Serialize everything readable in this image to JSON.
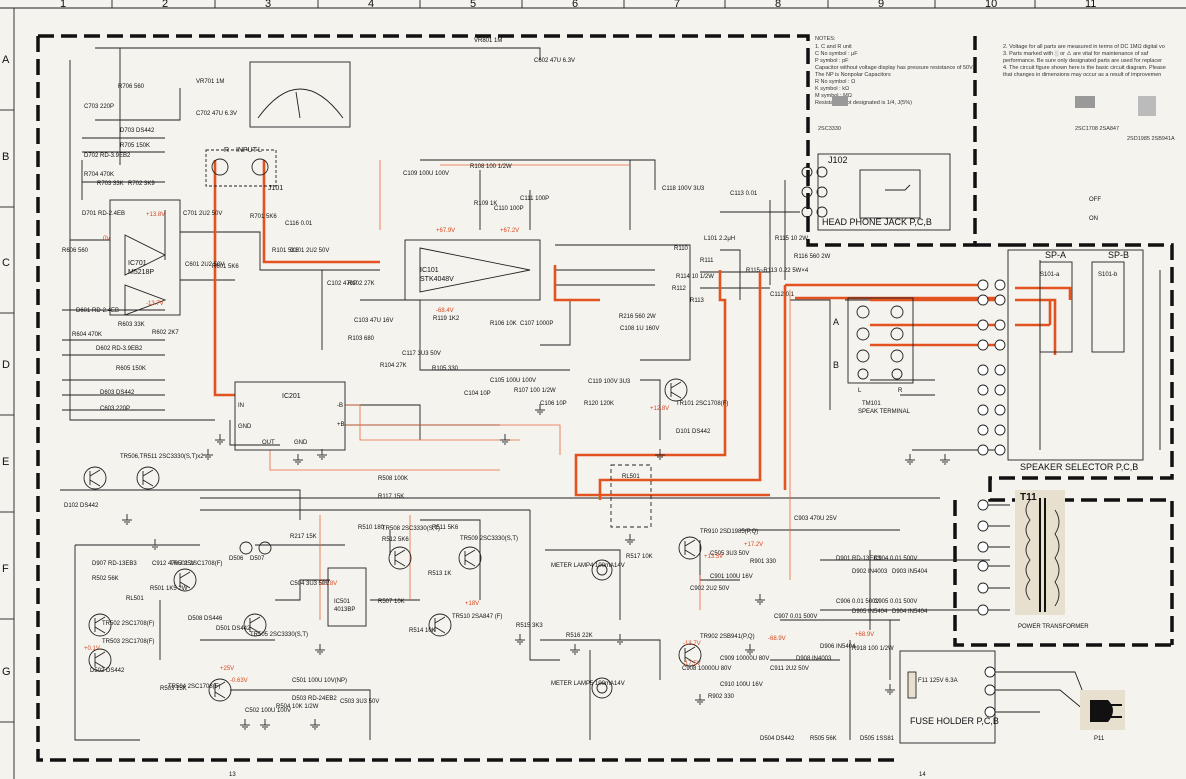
{
  "grid": {
    "cols": [
      "1",
      "2",
      "3",
      "4",
      "5",
      "6",
      "7",
      "8",
      "9",
      "10",
      "11"
    ],
    "rows": [
      "A",
      "B",
      "C",
      "D",
      "E",
      "F",
      "G"
    ]
  },
  "notes": {
    "title": "NOTES:",
    "lines": [
      "1. C and R unit",
      "C    No symbol : μF",
      "      P symbol : pF",
      "Capacitor without voltage display has pressure resistance of 50V.",
      "The NP is Nonpolar Capacitors",
      "R    No symbol : Ω",
      "      K symbol : kΩ",
      "      M symbol : MΩ",
      "Resistance not designated is 1/4, J(5%)"
    ],
    "right_lines": [
      "2. Voltage for all parts are measured in terms of DC 1MΩ digital vo",
      "3. Parts marked with ░ or ⚠ are vital for maintenance of saf",
      "   performance. Be sure only designated parts are used for replacer",
      "4. The circuit figure shown here is the basic circuit diagram. Please",
      "   that changes in dimensions may occur as a result of improvemen"
    ],
    "transistors": [
      "2SC3330",
      "2SC1708\n2SA847",
      "2SD1985\n2SB941A"
    ]
  },
  "blocks": {
    "input": "INPUT",
    "input_r": "R",
    "input_l": "L",
    "j101": "J101",
    "ic701": "IC701",
    "ic701_part": "M5218P",
    "ic101": "IC101",
    "ic101_part": "STK4048V",
    "ic201": "IC201",
    "ic201_in": "IN",
    "ic201_gnd": "GND",
    "ic201_out": "OUT",
    "ic201_gnd2": "GND",
    "ic201_minus_b": "-B",
    "ic201_plus_b": "+B",
    "ic501": "IC501",
    "ic501_part": "4013BP",
    "j102": "J102",
    "headphone": "HEAD PHONE JACK P,C,B",
    "off": "OFF",
    "on": "ON",
    "spa": "SP-A",
    "spb": "SP-B",
    "s101a": "S101-a",
    "s101b": "S101-b",
    "terminal_a": "A",
    "terminal_b": "B",
    "terminal_l": "L",
    "terminal_r": "R",
    "tm101": "TM101",
    "speak_terminal": "SPEAK TERMINAL",
    "speaker_selector": "SPEAKER SELECTOR P,C,B",
    "rl501": "RL501",
    "rl501_left": "RL501",
    "meter4": "METER LAMP4 100mA14V",
    "meter5": "METER LAMP5 100mA14V",
    "t11": "T11",
    "power_transformer": "POWER TRANSFORMER",
    "fuse": "F11 125V 6.3A",
    "fuse_holder": "FUSE HOLDER P,C,B",
    "p11": "P11",
    "tr101": "TR101 2SC1708(F)",
    "tr506": "TR506,TR511 2SC3330(S,T)x2",
    "tr501": "TR501 2SC1708(F)",
    "tr502": "TR502 2SC1708(F)",
    "tr503": "TR503 2SC1708(F)",
    "tr504": "TR504 2SC1708(F)",
    "tr505": "TR505 2SC3330(S,T)",
    "tr508": "TR508 2SC3330(S,T)",
    "tr509": "TR509 2SC3330(S,T)",
    "tr510": "TR510 2SA847 (F)",
    "tr910": "TR910 2SD1985(P,Q)",
    "tr902": "TR902 2SB941(P,Q)",
    "d506": "D506",
    "d507": "D507"
  },
  "components": [
    {
      "t": "R706 560"
    },
    {
      "t": "C703 220P"
    },
    {
      "t": "VR701 1M"
    },
    {
      "t": "C702 47U 6.3V"
    },
    {
      "t": "D703 DS442"
    },
    {
      "t": "R705 150K"
    },
    {
      "t": "D702 RD-3.9EB2"
    },
    {
      "t": "R704 470K"
    },
    {
      "t": "R703 33K"
    },
    {
      "t": "R702 3K9"
    },
    {
      "t": "D701 RD-2.4EB"
    },
    {
      "t": "R606 560"
    },
    {
      "t": "C701 2U2 50V"
    },
    {
      "t": "R701 5K6"
    },
    {
      "t": "C116 0.01"
    },
    {
      "t": "C601 2U2 50V"
    },
    {
      "t": "R601 5K6"
    },
    {
      "t": "R101 5K6"
    },
    {
      "t": "C101 2U2 50V"
    },
    {
      "t": "C102 470P"
    },
    {
      "t": "R102 27K"
    },
    {
      "t": "C103 47U 16V"
    },
    {
      "t": "R103 680"
    },
    {
      "t": "D601 RD-2.4EB"
    },
    {
      "t": "R604 470K"
    },
    {
      "t": "R603 33K"
    },
    {
      "t": "R602 2K7"
    },
    {
      "t": "D602 RD-3.9EB2"
    },
    {
      "t": "R605 150K"
    },
    {
      "t": "D603 DS442"
    },
    {
      "t": "C603 220P"
    },
    {
      "t": "VR801 1M"
    },
    {
      "t": "C602 47U 6.3V"
    },
    {
      "t": "C109 100U 100V"
    },
    {
      "t": "R108 100 1/2W"
    },
    {
      "t": "R109 1K"
    },
    {
      "t": "C110 100P"
    },
    {
      "t": "C111 100P"
    },
    {
      "t": "C118 100V 3U3"
    },
    {
      "t": "C113 0.01"
    },
    {
      "t": "L101 2.2μH"
    },
    {
      "t": "R110"
    },
    {
      "t": "R111"
    },
    {
      "t": "R114 10 1/2W"
    },
    {
      "t": "R112"
    },
    {
      "t": "R113"
    },
    {
      "t": "R115~R113 0.22 5W×4"
    },
    {
      "t": "C112 0.1"
    },
    {
      "t": "R115 10 2W"
    },
    {
      "t": "R116 560 2W"
    },
    {
      "t": "R216 560 2W"
    },
    {
      "t": "R119 1K2"
    },
    {
      "t": "R106 10K"
    },
    {
      "t": "C107 1000P"
    },
    {
      "t": "C108 1U 160V"
    },
    {
      "t": "C117 3U3 50V"
    },
    {
      "t": "R104 27K"
    },
    {
      "t": "R105 330"
    },
    {
      "t": "C104 10P"
    },
    {
      "t": "C105 100U 100V"
    },
    {
      "t": "R107 100 1/2W"
    },
    {
      "t": "C106 10P"
    },
    {
      "t": "C119 100V 3U3"
    },
    {
      "t": "R120 120K"
    },
    {
      "t": "D101 DS442"
    },
    {
      "t": "D102 DS442"
    },
    {
      "t": "R508 100K"
    },
    {
      "t": "R117 15K"
    },
    {
      "t": "R217 15K"
    },
    {
      "t": "R510 180"
    },
    {
      "t": "R511 5K6"
    },
    {
      "t": "R512 5K6"
    },
    {
      "t": "R513 1K"
    },
    {
      "t": "C504 3U3 50V"
    },
    {
      "t": "R507 10K"
    },
    {
      "t": "R514 10K"
    },
    {
      "t": "R515 3K3"
    },
    {
      "t": "R516 22K"
    },
    {
      "t": "R517 10K"
    },
    {
      "t": "C505 3U3 50V"
    },
    {
      "t": "C901 100U 16V"
    },
    {
      "t": "R901 330"
    },
    {
      "t": "C902 2U2 50V"
    },
    {
      "t": "C903 470U 25V"
    },
    {
      "t": "D901 RD-13EB3"
    },
    {
      "t": "D902 IN4003"
    },
    {
      "t": "C904 0.01 500V"
    },
    {
      "t": "D903 IN5404"
    },
    {
      "t": "C906 0.01 500V"
    },
    {
      "t": "D905 IN5404"
    },
    {
      "t": "C905 0.01 500V"
    },
    {
      "t": "D904 IN5404"
    },
    {
      "t": "C907 0.01 500V"
    },
    {
      "t": "D906 IN5404"
    },
    {
      "t": "D908 IN4003"
    },
    {
      "t": "R918 100 1/2W"
    },
    {
      "t": "C908 10000U 80V"
    },
    {
      "t": "C909 10000U 80V"
    },
    {
      "t": "C910 100U 16V"
    },
    {
      "t": "R902 330"
    },
    {
      "t": "C911 2U2 50V"
    },
    {
      "t": "D907 RD-13EB3"
    },
    {
      "t": "C912 470U 25V"
    },
    {
      "t": "R501 1K5 2W"
    },
    {
      "t": "R502 56K"
    },
    {
      "t": "D508 DS446"
    },
    {
      "t": "D501 DS442"
    },
    {
      "t": "D502 DS442"
    },
    {
      "t": "R503 15K"
    },
    {
      "t": "C501 100U 10V(NP)"
    },
    {
      "t": "D503 RD-24EB2"
    },
    {
      "t": "C502 100U 100V"
    },
    {
      "t": "R504 10K 1/2W"
    },
    {
      "t": "C503 3U3 50V"
    },
    {
      "t": "D504 DS442"
    },
    {
      "t": "R505 56K"
    },
    {
      "t": "D505 1SS81"
    }
  ],
  "voltages": {
    "plus13": "+13.8V",
    "minus13": "-13.7V",
    "zero": "0V",
    "p679": "+67.9V",
    "m684": "-68.4V",
    "p672": "+67.2V",
    "p127": "+12.8V",
    "p172": "+17.2V",
    "p135": "+13.5V",
    "m137": "-13.7V",
    "m175": "-17.5V",
    "m689": "-68.9V",
    "p689": "+68.9V",
    "p25": "+25V",
    "p01": "+0.1V",
    "m063": "-0.63V",
    "p18": "+18V",
    "p158": "+15.8V"
  },
  "page": {
    "left": "13",
    "right": "14"
  }
}
